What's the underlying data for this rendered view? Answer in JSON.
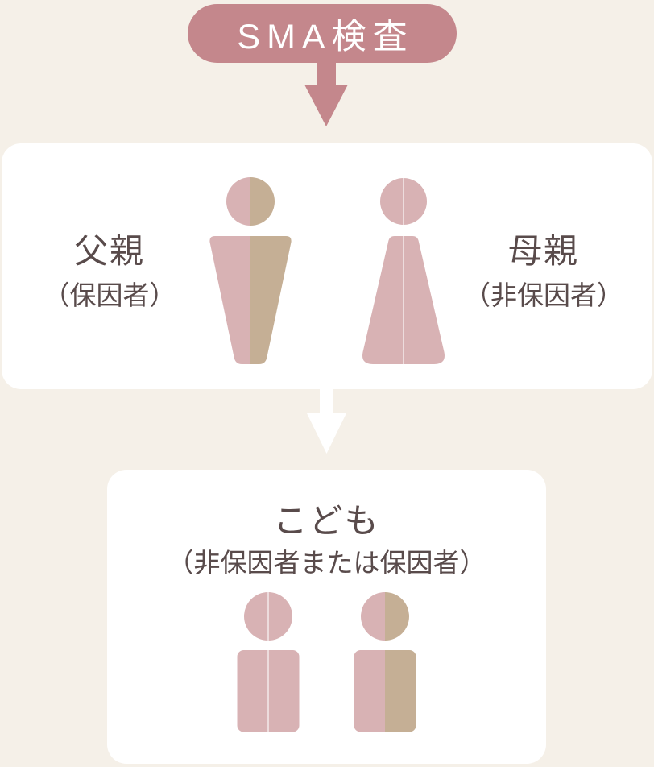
{
  "badge": {
    "label": "SMA検査"
  },
  "parents_box": {
    "father": {
      "label": "父親",
      "status": "（保因者）",
      "figure": "half-pink-half-tan"
    },
    "mother": {
      "label": "母親",
      "status": "（非保因者）",
      "figure": "solid-pink"
    }
  },
  "children_box": {
    "title": "こども",
    "subtitle": "（非保因者または保因者）",
    "children": [
      {
        "figure": "solid-pink"
      },
      {
        "figure": "half-pink-half-tan"
      }
    ]
  },
  "colors": {
    "background": "#f5f0e8",
    "badge_pink": "#c4878c",
    "figure_pink": "#d8b2b4",
    "figure_tan": "#c5af95",
    "box_white": "#ffffff",
    "arrow_white": "#ffffff",
    "text_brown": "#594b4b"
  }
}
